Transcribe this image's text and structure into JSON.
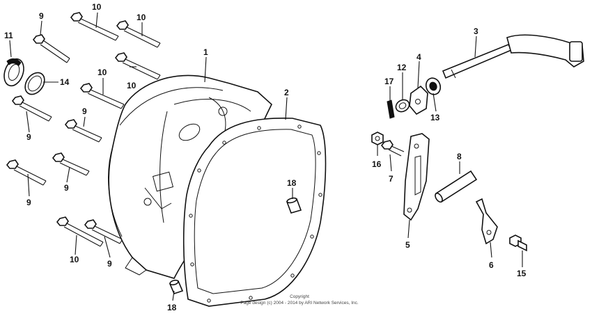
{
  "callouts": [
    {
      "id": "c1",
      "text": "9"
    },
    {
      "id": "c2",
      "text": "10"
    },
    {
      "id": "c3",
      "text": "10"
    },
    {
      "id": "c4",
      "text": "11"
    },
    {
      "id": "c5",
      "text": "10"
    },
    {
      "id": "c6",
      "text": "14"
    },
    {
      "id": "c7",
      "text": "10"
    },
    {
      "id": "c8",
      "text": "9"
    },
    {
      "id": "c9",
      "text": "9"
    },
    {
      "id": "c10",
      "text": "9"
    },
    {
      "id": "c11",
      "text": "9"
    },
    {
      "id": "c12",
      "text": "9"
    },
    {
      "id": "c13",
      "text": "10"
    },
    {
      "id": "c14",
      "text": "9"
    },
    {
      "id": "c15",
      "text": "1"
    },
    {
      "id": "c16",
      "text": "2"
    },
    {
      "id": "c17",
      "text": "18"
    },
    {
      "id": "c18",
      "text": "18"
    },
    {
      "id": "c19",
      "text": "3"
    },
    {
      "id": "c20",
      "text": "4"
    },
    {
      "id": "c21",
      "text": "12"
    },
    {
      "id": "c22",
      "text": "17"
    },
    {
      "id": "c23",
      "text": "13"
    },
    {
      "id": "c24",
      "text": "16"
    },
    {
      "id": "c25",
      "text": "7"
    },
    {
      "id": "c26",
      "text": "8"
    },
    {
      "id": "c27",
      "text": "5"
    },
    {
      "id": "c28",
      "text": "6"
    },
    {
      "id": "c29",
      "text": "15"
    }
  ],
  "copyright": {
    "line1": "Copyright",
    "line2": "Page design (c) 2004 - 2014 by ARI Network Services, Inc."
  },
  "colors": {
    "ink": "#111111",
    "background": "#ffffff"
  }
}
